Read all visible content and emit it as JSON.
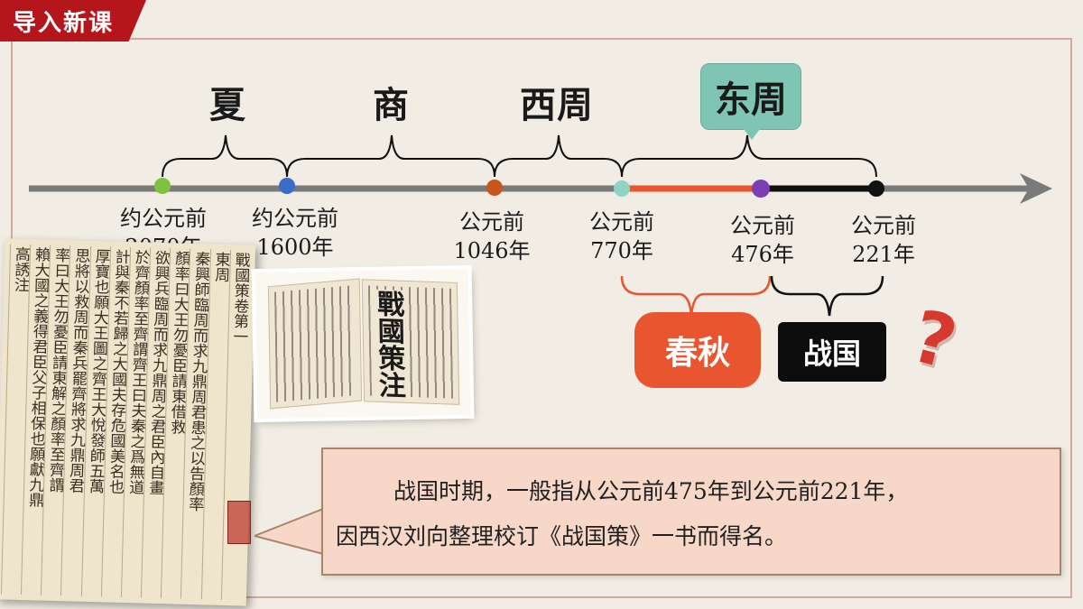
{
  "section_tag": "导入新课",
  "dynasties": {
    "xia": "夏",
    "shang": "商",
    "xizhou": "西周",
    "dongzhou": "东周"
  },
  "dates": [
    {
      "line1": "约公元前",
      "line2": "2070年",
      "color": "#7fc241"
    },
    {
      "line1": "约公元前",
      "line2": "1600年",
      "color": "#3a6cc8"
    },
    {
      "line1": "公元前",
      "line2": "1046年",
      "color": "#c8561e"
    },
    {
      "line1": "公元前",
      "line2": "770年",
      "color": "#8fd3c4"
    },
    {
      "line1": "公元前",
      "line2": "476年",
      "color": "#7a3eb5"
    },
    {
      "line1": "公元前",
      "line2": "221年",
      "color": "#111111"
    }
  ],
  "periods": {
    "chunqiu": "春秋",
    "zhanguo": "战国"
  },
  "question_mark": "?",
  "book_scan": {
    "columns": [
      "戰國策卷第一",
      "東周",
      "秦興師臨周而求九鼎周君患之以告顏率",
      "顏率曰大王勿憂臣請東借救",
      "欲興兵臨周而求九鼎周之君臣內自畫",
      "於齊顏率至齊謂齊王曰夫秦之爲無道",
      "計與秦不若歸之大國夫存危國美名也",
      "厚寶也願大王圖之齊王大悅發師五萬",
      "思將以救周而秦兵罷齊將求九鼎周君",
      "率曰大王勿憂臣請東解之顏率至齊謂",
      "賴大國之義得君臣父子相保也願獻九鼎"
    ],
    "annotation": "高誘注"
  },
  "book_photo": {
    "title": "戰國策注"
  },
  "callout": {
    "line1": "战国时期，一般指从公元前475年到公元前221年，",
    "line2": "因西汉刘向整理校订《战国策》一书而得名。"
  },
  "colors": {
    "tag_red": "#b5161b",
    "chunqiu_orange": "#e8552f",
    "zhanguo_black": "#0d0d0d",
    "dongzhou_teal": "#7fc5b3",
    "callout_bg": "#f7d8c8"
  }
}
